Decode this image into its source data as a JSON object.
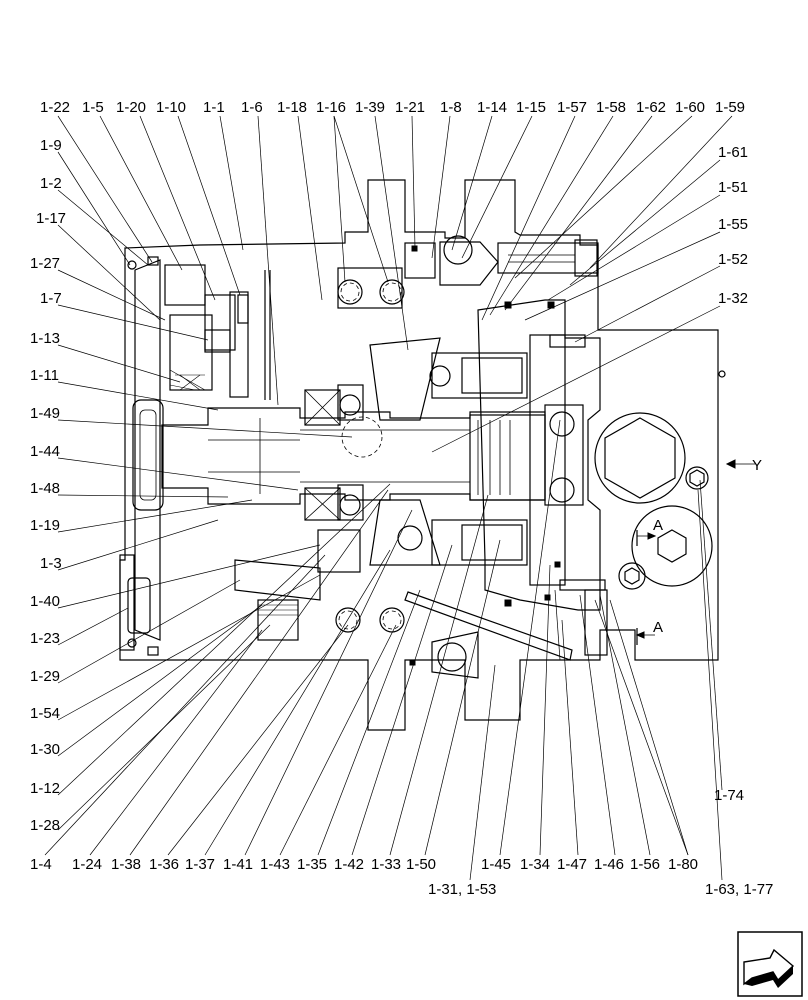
{
  "top_labels": [
    "1-22",
    "1-5",
    "1-20",
    "1-10",
    "1-1",
    "1-6",
    "1-18",
    "1-16",
    "1-39",
    "1-21",
    "1-8",
    "1-14",
    "1-15",
    "1-57",
    "1-58",
    "1-62",
    "1-60",
    "1-59"
  ],
  "left_labels": [
    "1-9",
    "1-2",
    "1-17",
    "1-27",
    "1-7",
    "1-13",
    "1-11",
    "1-49",
    "1-44",
    "1-48",
    "1-19",
    "1-3",
    "1-40",
    "1-23",
    "1-29",
    "1-54",
    "1-30",
    "1-12",
    "1-28"
  ],
  "right_labels": [
    "1-61",
    "1-51",
    "1-55",
    "1-52",
    "1-32",
    "1-74"
  ],
  "bottom_labels": [
    "1-4",
    "1-24",
    "1-38",
    "1-36",
    "1-37",
    "1-41",
    "1-43",
    "1-35",
    "1-42",
    "1-33",
    "1-50",
    "1-45",
    "1-34",
    "1-47",
    "1-46",
    "1-56",
    "1-80"
  ],
  "lower_labels": [
    "1-31, 1-53",
    "1-63, 1-77"
  ],
  "view_marks": {
    "y": "Y",
    "a1": "A",
    "a2": "A"
  },
  "nav_icon": "next-page-arrow-icon"
}
